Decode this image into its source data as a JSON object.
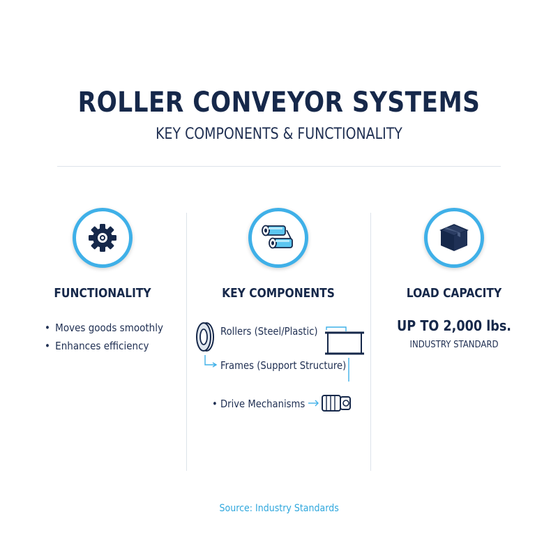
{
  "header": {
    "title": "ROLLER CONVEYOR SYSTEMS",
    "subtitle": "KEY COMPONENTS & FUNCTIONALITY"
  },
  "columns": {
    "functionality": {
      "icon": "gear-icon",
      "title": "FUNCTIONALITY",
      "bullets": [
        "Moves goods smoothly",
        "Enhances efficiency"
      ]
    },
    "components": {
      "icon": "rollers-icon",
      "title": "KEY COMPONENTS",
      "items": [
        "Rollers (Steel/Plastic)",
        "Frames (Support Structure)",
        "Drive Mechanisms"
      ]
    },
    "capacity": {
      "icon": "box-icon",
      "title": "LOAD CAPACITY",
      "value": "UP TO 2,000 lbs.",
      "note": "INDUSTRY STANDARD"
    }
  },
  "footer": {
    "source": "Source: Industry Standards"
  },
  "colors": {
    "navy": "#16284a",
    "accent": "#3fb0e8"
  }
}
